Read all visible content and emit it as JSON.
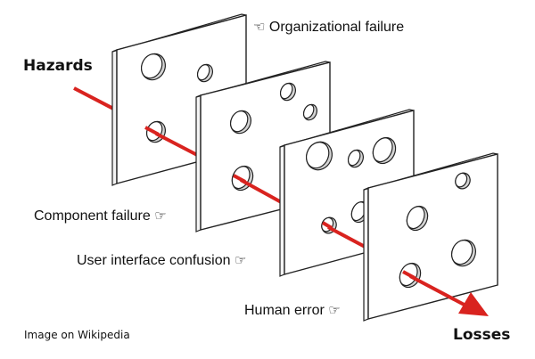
{
  "title": "Swiss cheese model",
  "input_label": "Hazards",
  "output_label": "Losses",
  "layers": [
    {
      "label": "Organizational failure",
      "pointer_icon": "pointing-hand-left-icon"
    },
    {
      "label": "Component failure",
      "pointer_icon": "pointing-hand-right-icon"
    },
    {
      "label": "User interface confusion",
      "pointer_icon": "pointing-hand-right-icon"
    },
    {
      "label": "Human error",
      "pointer_icon": "pointing-hand-right-icon"
    }
  ],
  "pointer_glyph_left": "☜",
  "pointer_glyph_right": "☞",
  "credit": "Image on Wikipedia",
  "colors": {
    "trajectory": "#d9231f",
    "plate": "#ffffff",
    "outline": "#222222",
    "hole_shadow": "#d3d3d3"
  }
}
